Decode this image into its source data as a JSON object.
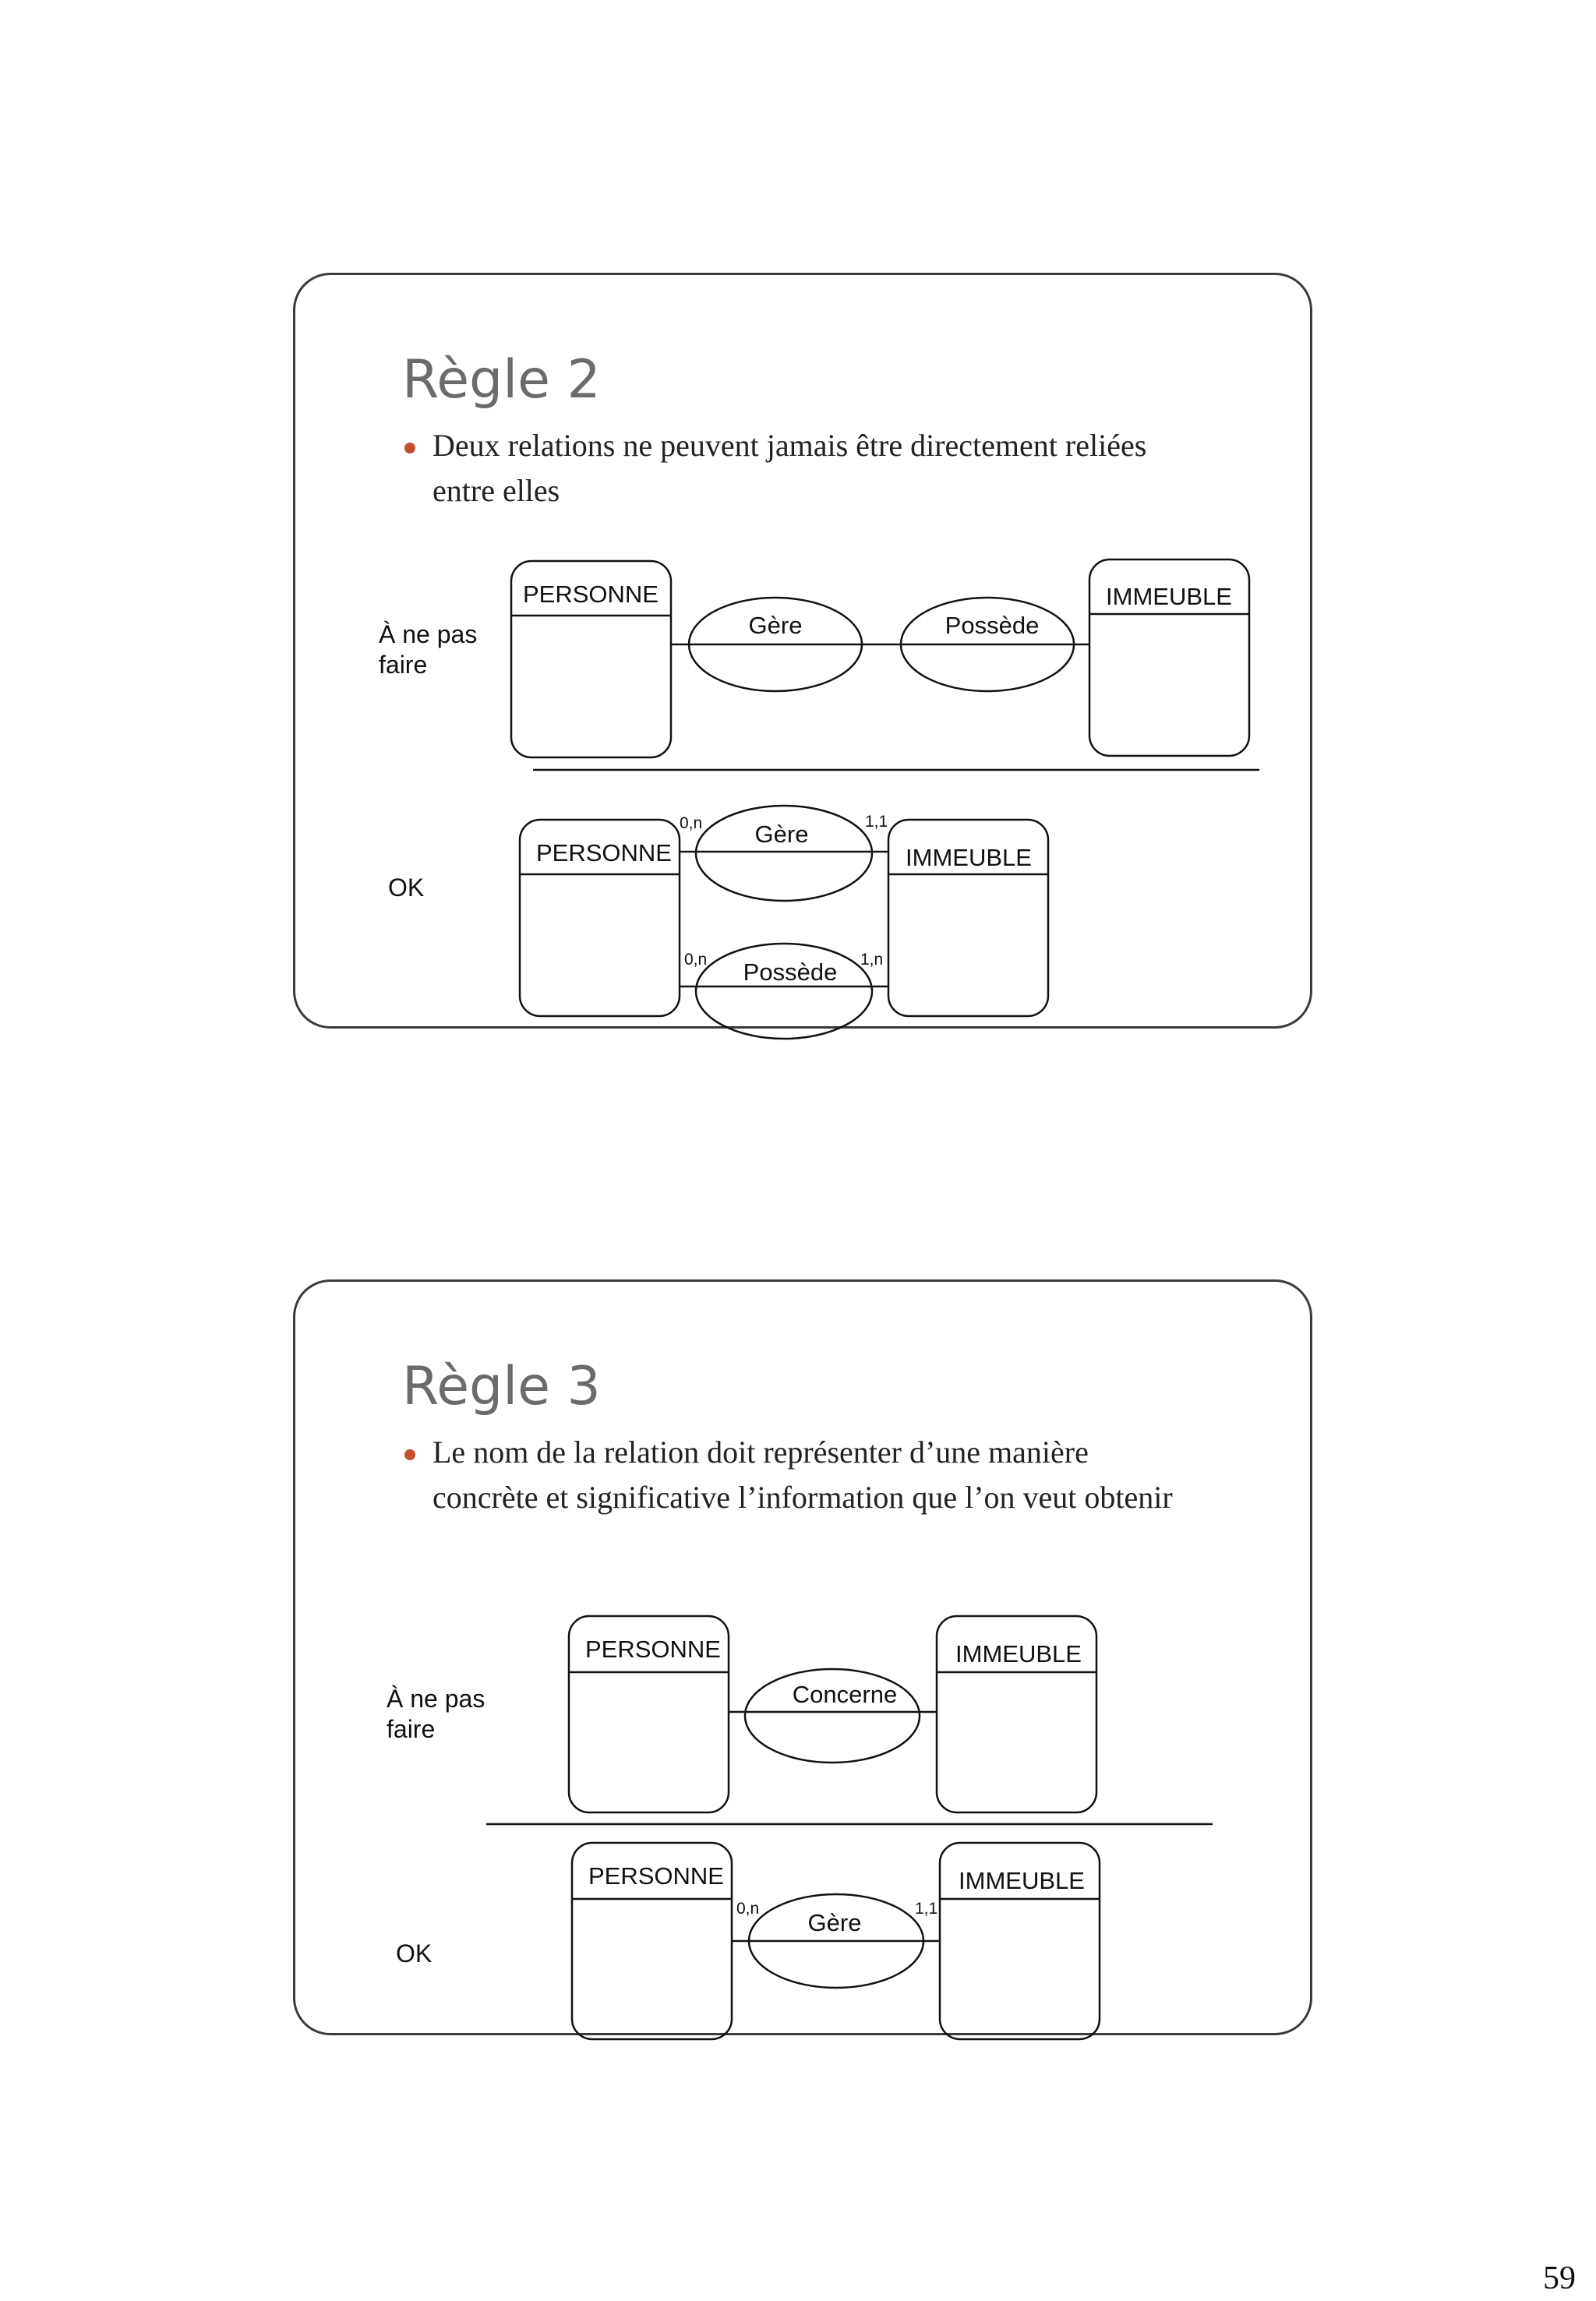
{
  "page_number": "59",
  "slides": [
    {
      "title": "Règle 2",
      "bullet_lines": [
        "Deux relations ne peuvent jamais être directement reliées",
        "entre elles"
      ],
      "bad": {
        "side_label_lines": [
          "À ne pas",
          "faire"
        ],
        "entity_left": "PERSONNE",
        "entity_right": "IMMEUBLE",
        "relation_1": "Gère",
        "relation_2": "Possède"
      },
      "good": {
        "side_label": "OK",
        "entity_left": "PERSONNE",
        "entity_right": "IMMEUBLE",
        "relation_top": "Gère",
        "relation_bottom": "Possède",
        "card_top_left": "0,n",
        "card_top_right": "1,1",
        "card_bottom_left": "0,n",
        "card_bottom_right": "1,n"
      }
    },
    {
      "title": "Règle 3",
      "bullet_lines": [
        "Le nom de la relation doit représenter d’une manière",
        "concrète et significative l’information que l’on veut obtenir"
      ],
      "bad": {
        "side_label_lines": [
          "À ne pas",
          "faire"
        ],
        "entity_left": "PERSONNE",
        "entity_right": "IMMEUBLE",
        "relation": "Concerne"
      },
      "good": {
        "side_label": "OK",
        "entity_left": "PERSONNE",
        "entity_right": "IMMEUBLE",
        "relation": "Gère",
        "card_left": "0,n",
        "card_right": "1,1"
      }
    }
  ],
  "colors": {
    "bullet": "#c0502b",
    "title": "#6b6b6b",
    "border": "#3a3a3a"
  }
}
